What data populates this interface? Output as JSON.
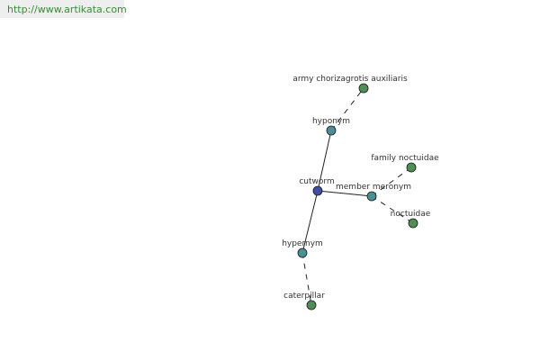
{
  "header": {
    "url": "http://www.artikata.com"
  },
  "colors": {
    "center_node": "#3f4f9f",
    "relation_node": "#4a8f95",
    "term_node": "#4f8f55",
    "edge": "#222222"
  },
  "graph": {
    "nodes": [
      {
        "id": "cutworm",
        "label": "cutworm",
        "kind": "center"
      },
      {
        "id": "hyponym",
        "label": "hyponym",
        "kind": "relation"
      },
      {
        "id": "hypernym",
        "label": "hypernym",
        "kind": "relation"
      },
      {
        "id": "member-meronym",
        "label": "member meronym",
        "kind": "relation"
      },
      {
        "id": "army-chorizagrotis-auxiliaris",
        "label": "army chorizagrotis auxiliaris",
        "kind": "term"
      },
      {
        "id": "family-noctuidae",
        "label": "family noctuidae",
        "kind": "term"
      },
      {
        "id": "noctuidae",
        "label": "noctuidae",
        "kind": "term"
      },
      {
        "id": "caterpillar",
        "label": "caterpillar",
        "kind": "term"
      }
    ],
    "edges": [
      {
        "from": "cutworm",
        "to": "hyponym",
        "style": "solid"
      },
      {
        "from": "cutworm",
        "to": "hypernym",
        "style": "solid"
      },
      {
        "from": "cutworm",
        "to": "member-meronym",
        "style": "solid"
      },
      {
        "from": "hyponym",
        "to": "army-chorizagrotis-auxiliaris",
        "style": "dashed"
      },
      {
        "from": "member-meronym",
        "to": "family-noctuidae",
        "style": "dashed"
      },
      {
        "from": "member-meronym",
        "to": "noctuidae",
        "style": "dashed"
      },
      {
        "from": "hypernym",
        "to": "caterpillar",
        "style": "dashed"
      }
    ]
  }
}
